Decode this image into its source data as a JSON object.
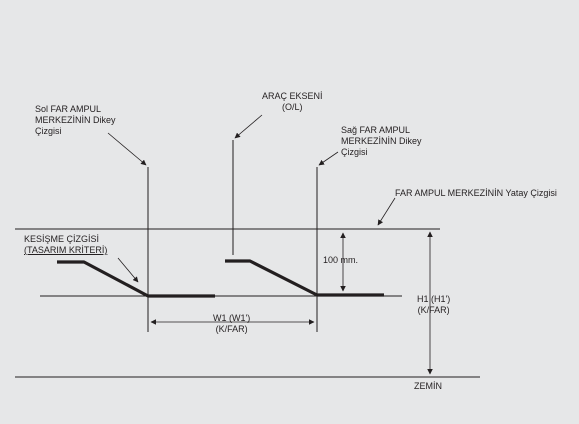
{
  "labels": {
    "sol_line1": "Sol FAR AMPUL",
    "sol_line2": "MERKEZİNİN Dikey",
    "sol_line3": "Çizgisi",
    "arac_line1": "ARAÇ EKSENİ",
    "arac_line2": "(O/L)",
    "sag_line1": "Sağ FAR AMPUL",
    "sag_line2": "MERKEZİNİN Dikey",
    "sag_line3": "Çizgisi",
    "yatay": "FAR AMPUL MERKEZİNİN Yatay Çizgisi",
    "kesisme_line1": "KESİŞME ÇİZGİSİ",
    "kesisme_line2": "(TASARIM KRİTERİ)",
    "mm": "100 mm.",
    "w1_line1": "W1 (W1')",
    "w1_line2": "(K/FAR)",
    "h1_line1": "H1 (H1')",
    "h1_line2": "(K/FAR)",
    "zemin": "ZEMİN"
  },
  "colors": {
    "background": "#e6e7e8",
    "line": "#231f20"
  }
}
